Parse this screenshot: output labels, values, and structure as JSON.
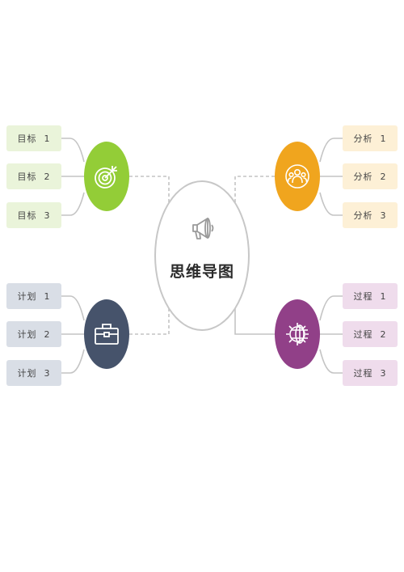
{
  "center": {
    "title": "思维导图",
    "icon": "megaphone-icon"
  },
  "branches": {
    "goal": {
      "icon": "target-icon",
      "color": "#93cd37",
      "leaf_color": "#eaf4da",
      "items": [
        "目标  1",
        "目标  2",
        "目标  3"
      ]
    },
    "analysis": {
      "icon": "team-icon",
      "color": "#f0a51e",
      "leaf_color": "#fdf0d6",
      "items": [
        "分析  1",
        "分析  2",
        "分析  3"
      ]
    },
    "plan": {
      "icon": "briefcase-icon",
      "color": "#46536b",
      "leaf_color": "#d9dee6",
      "items": [
        "计划  1",
        "计划  2",
        "计划  3"
      ]
    },
    "process": {
      "icon": "globe-gear-icon",
      "color": "#914088",
      "leaf_color": "#efdcec",
      "items": [
        "过程  1",
        "过程  2",
        "过程  3"
      ]
    }
  },
  "line_color": "#c4c4c4"
}
